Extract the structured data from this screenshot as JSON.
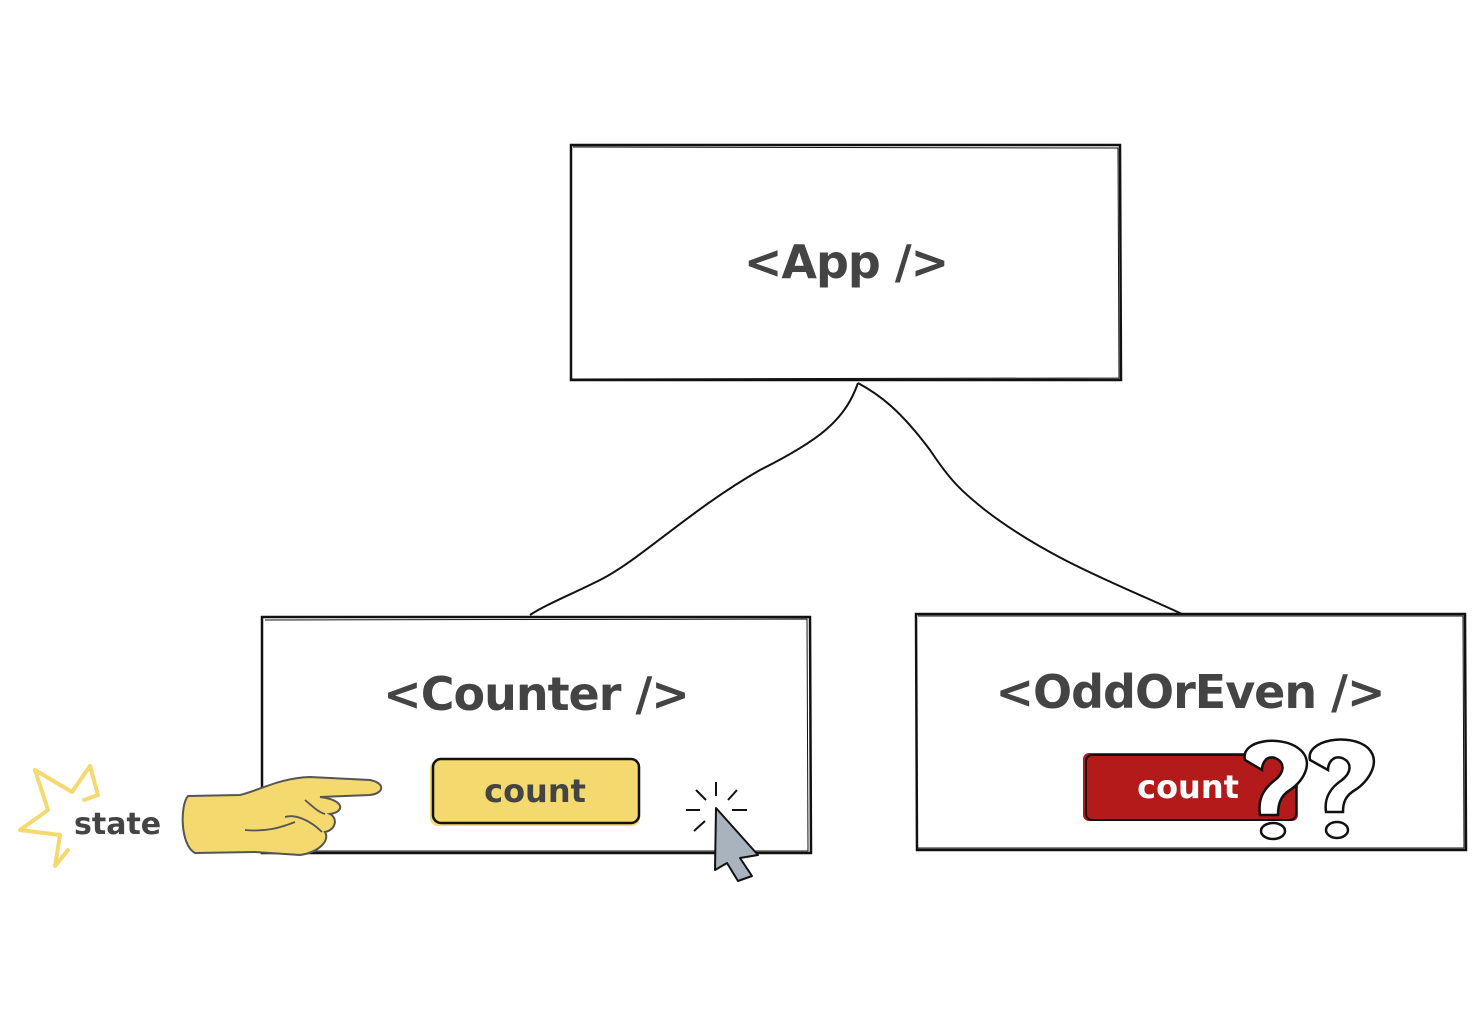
{
  "diagram": {
    "nodes": [
      {
        "id": "app",
        "label": "<App />"
      },
      {
        "id": "counter",
        "label": "<Counter />",
        "child_button": {
          "label": "count",
          "fill": "#f4d96e",
          "text_color": "#444444"
        }
      },
      {
        "id": "odd-or-even",
        "label": "<OddOrEven />",
        "child_button": {
          "label": "count",
          "fill": "#b31b1b",
          "text_color": "#ffffff"
        }
      }
    ],
    "edges": [
      {
        "from": "app",
        "to": "counter"
      },
      {
        "from": "app",
        "to": "odd-or-even"
      }
    ],
    "annotations": {
      "state_label": "state",
      "state_burst_color": "#f4d96e",
      "hand_color": "#f4d96e",
      "cursor_color": "#a9b3bd",
      "question_marks": "??"
    }
  }
}
